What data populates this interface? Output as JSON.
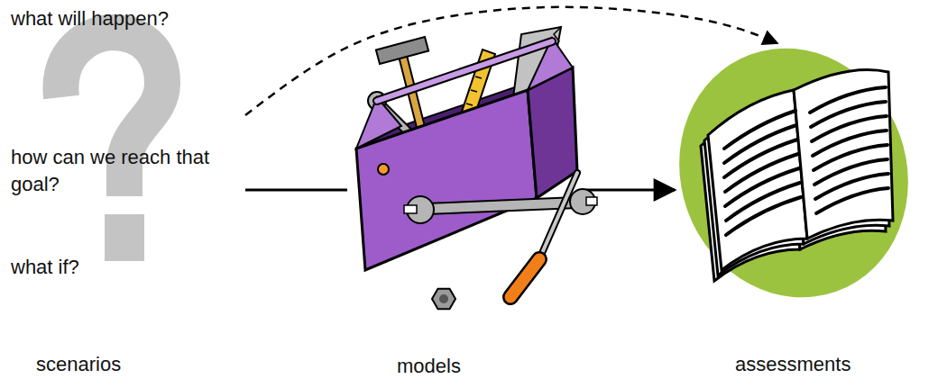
{
  "diagram": {
    "nodes": [
      {
        "text": [
          "what will happen?",
          "how can we reach that goal?",
          "what if?",
          "scenarios"
        ]
      },
      {
        "text": [
          "models"
        ]
      },
      {
        "text": [
          "assessments"
        ]
      }
    ],
    "edges": [
      {
        "from": 0,
        "to": 1,
        "arrow": "none"
      },
      {
        "from": 1,
        "to": 2,
        "arrow": "to"
      },
      {
        "from": 0,
        "to": 2,
        "arrow": "to"
      }
    ]
  }
}
